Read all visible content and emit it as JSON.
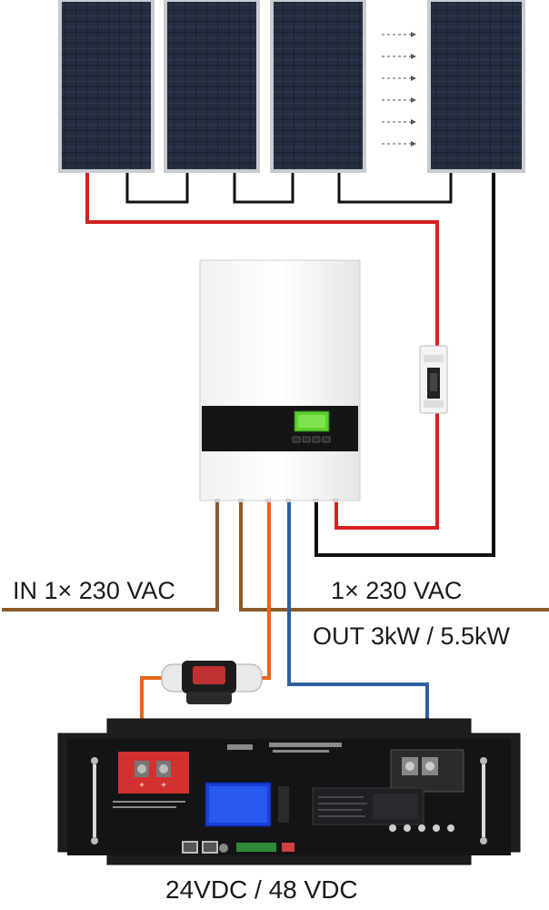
{
  "labels": {
    "ac_input": "IN 1× 230 VAC",
    "ac_output_voltage": "1× 230 VAC",
    "ac_output_power": "OUT 3kW / 5.5kW",
    "battery_voltage": "24VDC / 48 VDC"
  },
  "components": {
    "solar_panels": [
      "solar-panel",
      "solar-panel",
      "solar-panel",
      "solar-panel"
    ],
    "inverter": "hybrid-inverter",
    "breaker": "dc-breaker",
    "fuse": "inline-fuse",
    "battery": "rack-battery"
  },
  "colors": {
    "pv_positive": "#d42020",
    "pv_negative": "#111111",
    "ac_wire": "#8b5a2b",
    "battery_positive": "#e8641a",
    "battery_negative": "#2d5fa0",
    "panel_cell": "#1a2030"
  }
}
